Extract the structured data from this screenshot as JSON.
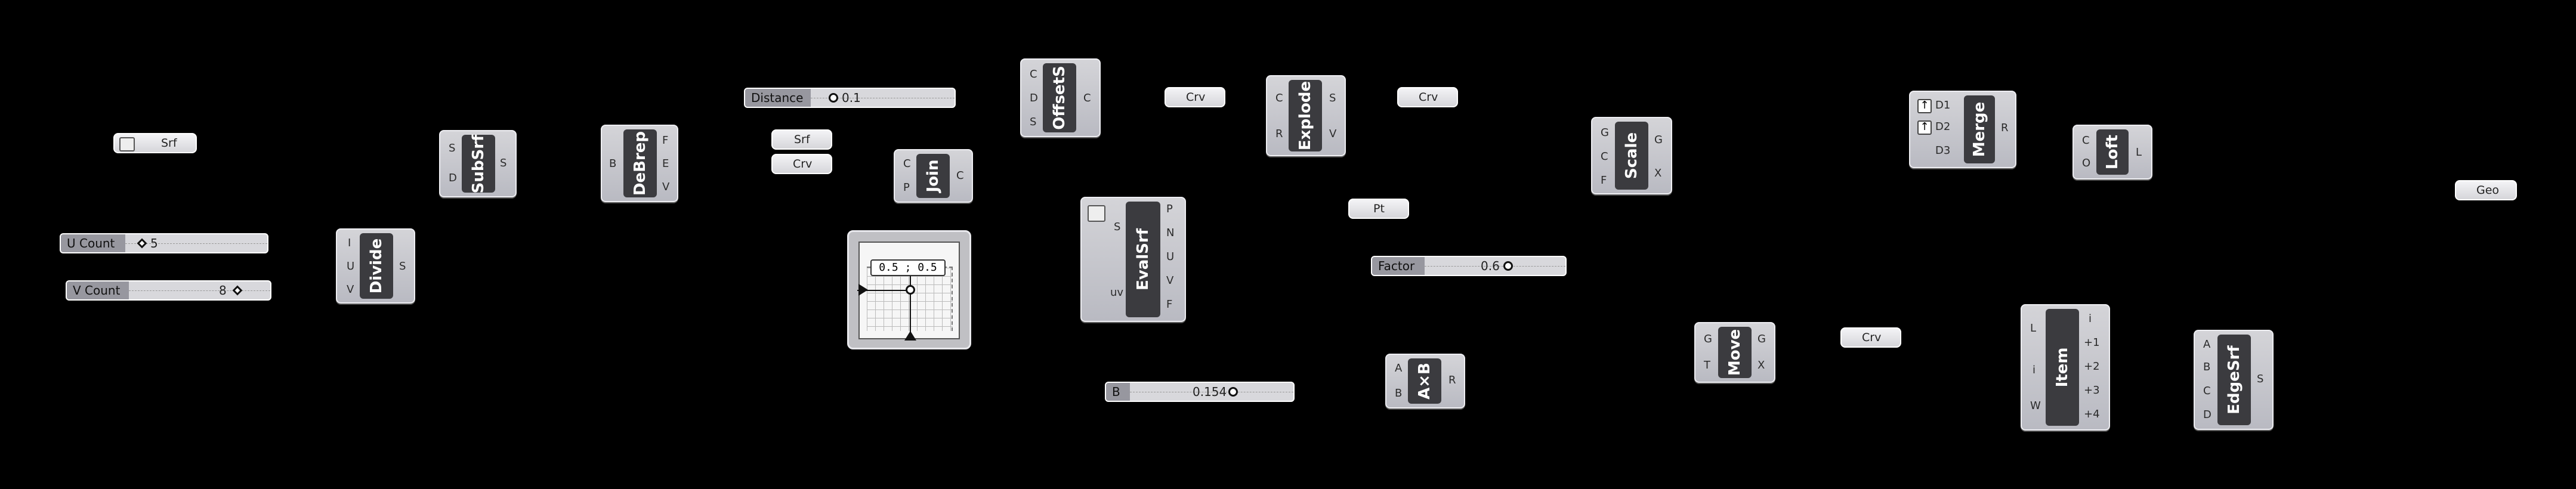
{
  "components": {
    "subsrf": {
      "name": "SubSrf",
      "inputs": [
        "S",
        "D"
      ],
      "outputs": [
        "S"
      ]
    },
    "debrep": {
      "name": "DeBrep",
      "inputs": [
        "B"
      ],
      "outputs": [
        "F",
        "E",
        "V"
      ]
    },
    "join": {
      "name": "Join",
      "inputs": [
        "C",
        "P"
      ],
      "outputs": [
        "C"
      ]
    },
    "offsets": {
      "name": "OffsetS",
      "inputs": [
        "C",
        "D",
        "S"
      ],
      "outputs": [
        "C"
      ]
    },
    "explode": {
      "name": "Explode",
      "inputs": [
        "C",
        "R"
      ],
      "outputs": [
        "S",
        "V"
      ]
    },
    "scale": {
      "name": "Scale",
      "inputs": [
        "G",
        "C",
        "F"
      ],
      "outputs": [
        "G",
        "X"
      ]
    },
    "merge": {
      "name": "Merge",
      "inputs": [
        "D1",
        "D2",
        "D3"
      ],
      "outputs": [
        "R"
      ]
    },
    "loft": {
      "name": "Loft",
      "inputs": [
        "C",
        "O"
      ],
      "outputs": [
        "L"
      ]
    },
    "divide": {
      "name": "Divide",
      "inputs": [
        "I",
        "U",
        "V"
      ],
      "outputs": [
        "S"
      ]
    },
    "evalsrf": {
      "name": "EvalSrf",
      "inputs": [
        "S",
        "uv"
      ],
      "outputs": [
        "P",
        "N",
        "U",
        "V",
        "F"
      ]
    },
    "axb": {
      "name": "A×B",
      "inputs": [
        "A",
        "B"
      ],
      "outputs": [
        "R"
      ]
    },
    "move": {
      "name": "Move",
      "inputs": [
        "G",
        "T"
      ],
      "outputs": [
        "G",
        "X"
      ]
    },
    "item": {
      "name": "Item",
      "inputs": [
        "L",
        "i",
        "W"
      ],
      "outputs": [
        "i",
        "+1",
        "+2",
        "+3",
        "+4"
      ]
    },
    "edgesrf": {
      "name": "EdgeSrf",
      "inputs": [
        "A",
        "B",
        "C",
        "D"
      ],
      "outputs": [
        "S"
      ]
    }
  },
  "params": {
    "srf_top": "Srf",
    "srf_mid": "Srf",
    "crv_mid": "Crv",
    "crv_1": "Crv",
    "crv_2": "Crv",
    "crv_3": "Crv",
    "pt": "Pt",
    "geo": "Geo"
  },
  "sliders": {
    "distance": {
      "label": "Distance",
      "value": "0.1"
    },
    "u_count": {
      "label": "U Count",
      "value": "5"
    },
    "v_count": {
      "label": "V Count",
      "value": "8"
    },
    "factor": {
      "label": "Factor",
      "value": "0.6"
    },
    "b": {
      "label": "B",
      "value": "0.154"
    }
  },
  "md_slider": {
    "readout": "0.5 ; 0.5"
  }
}
